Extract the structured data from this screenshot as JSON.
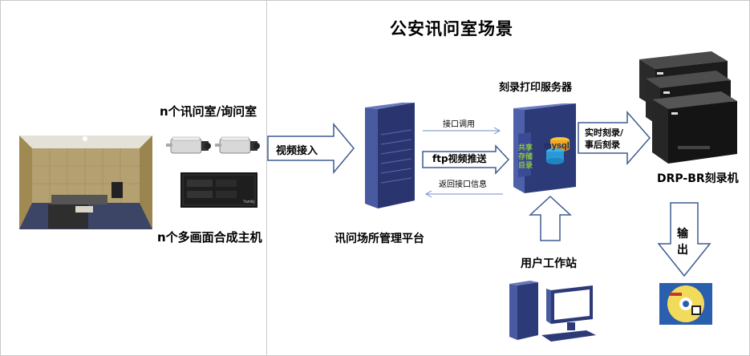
{
  "title": "公安讯问室场景",
  "left_panel": {
    "rooms_label": "n个讯问室/询问室",
    "host_label": "n个多画面合成主机",
    "host_brand": "Yamily"
  },
  "platform": {
    "label": "讯问场所管理平台",
    "video_in_label": "视频接入"
  },
  "server": {
    "title": "刻录打印服务器",
    "share_text": [
      "共享",
      "存储",
      "目录"
    ],
    "db_text": "mysql"
  },
  "links": {
    "api_call": "接口调用",
    "ftp_push": "ftp视频推送",
    "api_return": "返回接口信息",
    "burn_modes": [
      "实时刻录/",
      "事后刻录"
    ],
    "output": [
      "输",
      "出"
    ]
  },
  "workstation": {
    "label": "用户工作站"
  },
  "recorder": {
    "label": "DRP-BR刻录机"
  },
  "colors": {
    "arrow_fill": "#ffffff",
    "arrow_stroke": "#3e5c91",
    "server_blue": "#2c3a78",
    "accent_green": "#8bc53f"
  }
}
